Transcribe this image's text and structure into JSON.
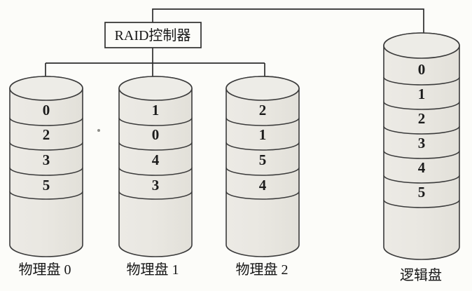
{
  "diagram": {
    "title_implied": "RAID striping",
    "controller": {
      "label": "RAID控制器"
    },
    "physical_disks": [
      {
        "name": "物理盘 0",
        "segments": [
          "0",
          "2",
          "3",
          "5"
        ]
      },
      {
        "name": "物理盘 1",
        "segments": [
          "1",
          "0",
          "4",
          "3"
        ]
      },
      {
        "name": "物理盘 2",
        "segments": [
          "2",
          "1",
          "5",
          "4"
        ]
      }
    ],
    "logical_disk": {
      "name": "逻辑盘",
      "segments": [
        "0",
        "1",
        "2",
        "3",
        "4",
        "5"
      ]
    },
    "colors": {
      "cylinder_fill": "#e9e7e1",
      "outline": "#2d2d2d",
      "background": "#fcfcf9",
      "text": "#1b1b1b"
    }
  }
}
